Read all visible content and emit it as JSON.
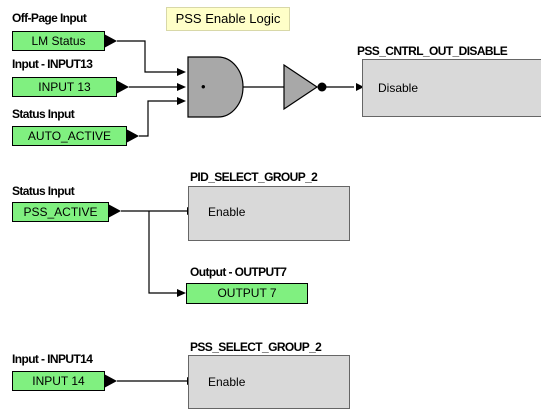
{
  "title_note": "PSS Enable Logic",
  "inputs": [
    {
      "label": "Off-Page Input",
      "value": "LM Status"
    },
    {
      "label": "Input - INPUT13",
      "value": "INPUT 13"
    },
    {
      "label": "Status Input",
      "value": "AUTO_ACTIVE"
    },
    {
      "label": "Status Input",
      "value": "PSS_ACTIVE"
    },
    {
      "label": "Input - INPUT14",
      "value": "INPUT 14"
    }
  ],
  "gate": {
    "symbol": "•"
  },
  "blocks": [
    {
      "name": "PSS_CNTRL_OUT_DISABLE",
      "pin": "Disable"
    },
    {
      "name": "PID_SELECT_GROUP_2",
      "pin": "Enable"
    },
    {
      "name": "PSS_SELECT_GROUP_2",
      "pin": "Enable"
    }
  ],
  "output": {
    "label": "Output - OUTPUT7",
    "value": "OUTPUT 7"
  }
}
